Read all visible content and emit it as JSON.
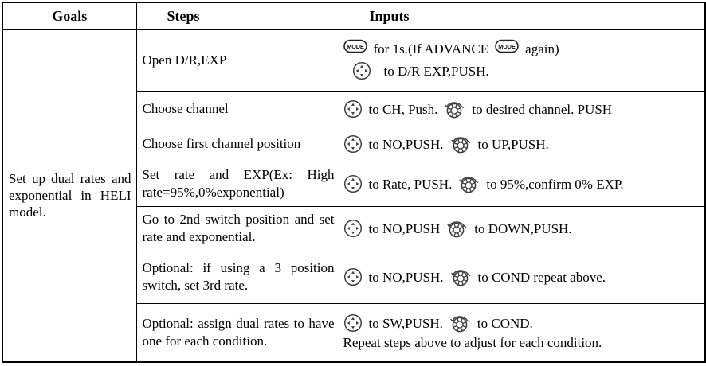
{
  "colors": {
    "border": "#000000",
    "text": "#000000",
    "icon_stroke": "#3d3d3d"
  },
  "table": {
    "headers": {
      "goals": "Goals",
      "steps": "Steps",
      "inputs": "Inputs"
    },
    "goal": "Set up dual rates and exponential in HELI model.",
    "mode_button_label": "MODE",
    "rows": [
      {
        "step": "Open D/R,EXP",
        "input_lines": [
          [
            {
              "icon": "mode-button"
            },
            {
              "text": "for 1s.(If ADVANCE"
            },
            {
              "icon": "mode-button"
            },
            {
              "text": "again)"
            }
          ],
          [
            {
              "icon": "nav-pad"
            },
            {
              "text": "to D/R EXP,PUSH."
            }
          ]
        ]
      },
      {
        "step": "Choose channel",
        "input_lines": [
          [
            {
              "icon": "nav-pad"
            },
            {
              "text": "to CH, Push."
            },
            {
              "icon": "dial"
            },
            {
              "text": "to desired channel. PUSH"
            }
          ]
        ]
      },
      {
        "step": "Choose first channel position",
        "input_lines": [
          [
            {
              "icon": "nav-pad"
            },
            {
              "text": "to NO,PUSH."
            },
            {
              "icon": "dial"
            },
            {
              "text": "to UP,PUSH."
            }
          ]
        ]
      },
      {
        "step": "Set rate and EXP(Ex: High rate=95%,0%exponential)",
        "input_lines": [
          [
            {
              "icon": "nav-pad"
            },
            {
              "text": "to Rate, PUSH."
            },
            {
              "icon": "dial"
            },
            {
              "text": "to 95%,confirm 0% EXP."
            }
          ]
        ]
      },
      {
        "step": "Go to 2nd switch position and set rate and exponential.",
        "input_lines": [
          [
            {
              "icon": "nav-pad"
            },
            {
              "text": "to NO,PUSH"
            },
            {
              "icon": "dial"
            },
            {
              "text": "to DOWN,PUSH."
            }
          ]
        ]
      },
      {
        "step": "Optional: if using a 3 position switch, set 3rd rate.",
        "input_lines": [
          [
            {
              "icon": "nav-pad"
            },
            {
              "text": "to NO,PUSH."
            },
            {
              "icon": "dial"
            },
            {
              "text": "to COND repeat above."
            }
          ]
        ]
      },
      {
        "step": "Optional: assign dual rates to have one for each condition.",
        "input_lines": [
          [
            {
              "icon": "nav-pad"
            },
            {
              "text": "to SW,PUSH."
            },
            {
              "icon": "dial"
            },
            {
              "text": "to COND."
            }
          ],
          [
            {
              "text": "Repeat steps above to adjust for each condition."
            }
          ]
        ]
      }
    ]
  }
}
